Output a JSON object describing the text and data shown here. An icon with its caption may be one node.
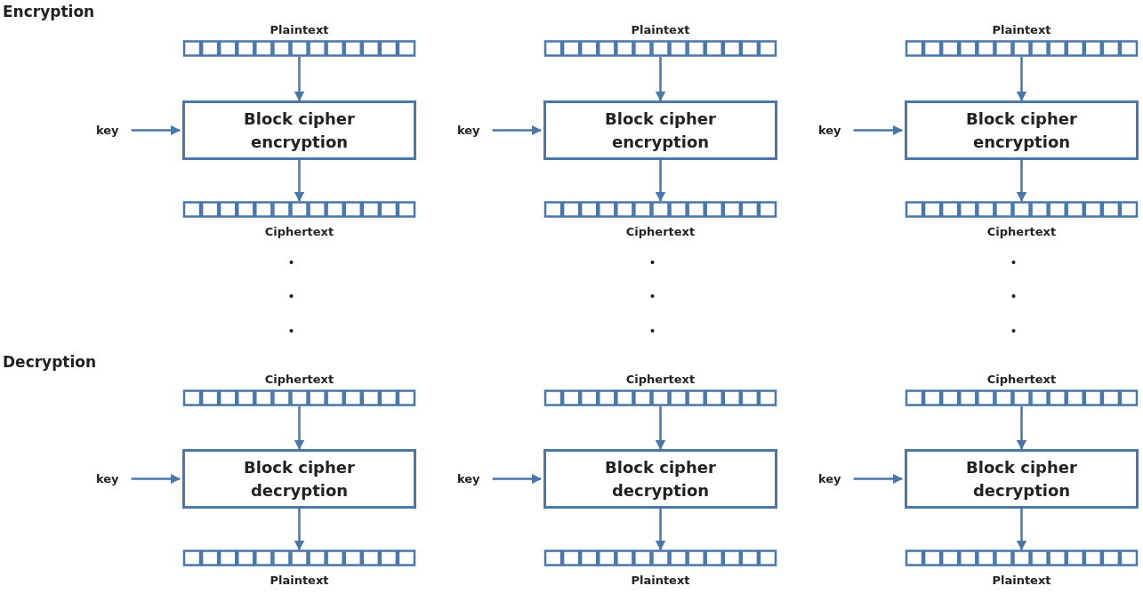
{
  "diagram": {
    "nodes": [
      {
        "text": [
          "Plaintext"
        ]
      },
      {
        "text": [
          "key"
        ]
      },
      {
        "text": [
          "Block cipher encryption"
        ]
      },
      {
        "text": [
          "Ciphertext"
        ]
      },
      {
        "text": [
          "Plaintext"
        ]
      },
      {
        "text": [
          "key"
        ]
      },
      {
        "text": [
          "Block cipher encryption"
        ]
      },
      {
        "text": [
          "Ciphertext"
        ]
      },
      {
        "text": [
          "Plaintext"
        ]
      },
      {
        "text": [
          "key"
        ]
      },
      {
        "text": [
          "Block cipher encryption"
        ]
      },
      {
        "text": [
          "Ciphertext"
        ]
      },
      {
        "text": [
          "Ciphertext"
        ]
      },
      {
        "text": [
          "key"
        ]
      },
      {
        "text": [
          "Block cipher decryption"
        ]
      },
      {
        "text": [
          "Plaintext"
        ]
      },
      {
        "text": [
          "Ciphertext"
        ]
      },
      {
        "text": [
          "key"
        ]
      },
      {
        "text": [
          "Block cipher decryption"
        ]
      },
      {
        "text": [
          "Plaintext"
        ]
      },
      {
        "text": [
          "Ciphertext"
        ]
      },
      {
        "text": [
          "key"
        ]
      },
      {
        "text": [
          "Block cipher decryption"
        ]
      },
      {
        "text": [
          "Plaintext"
        ]
      }
    ],
    "edges": [
      {
        "from": 0,
        "to": 2,
        "arrow": "to"
      },
      {
        "from": 1,
        "to": 2,
        "arrow": "to"
      },
      {
        "from": 2,
        "to": 3,
        "arrow": "to"
      },
      {
        "from": 4,
        "to": 6,
        "arrow": "to"
      },
      {
        "from": 5,
        "to": 6,
        "arrow": "to"
      },
      {
        "from": 6,
        "to": 7,
        "arrow": "to"
      },
      {
        "from": 8,
        "to": 10,
        "arrow": "to"
      },
      {
        "from": 9,
        "to": 10,
        "arrow": "to"
      },
      {
        "from": 10,
        "to": 11,
        "arrow": "to"
      },
      {
        "from": 12,
        "to": 14,
        "arrow": "to"
      },
      {
        "from": 13,
        "to": 14,
        "arrow": "to"
      },
      {
        "from": 14,
        "to": 15,
        "arrow": "to"
      },
      {
        "from": 16,
        "to": 18,
        "arrow": "to"
      },
      {
        "from": 17,
        "to": 18,
        "arrow": "to"
      },
      {
        "from": 18,
        "to": 19,
        "arrow": "to"
      },
      {
        "from": 20,
        "to": 22,
        "arrow": "to"
      },
      {
        "from": 21,
        "to": 22,
        "arrow": "to"
      },
      {
        "from": 22,
        "to": 23,
        "arrow": "to"
      }
    ],
    "labels": [
      "Encryption",
      "Decryption"
    ]
  }
}
